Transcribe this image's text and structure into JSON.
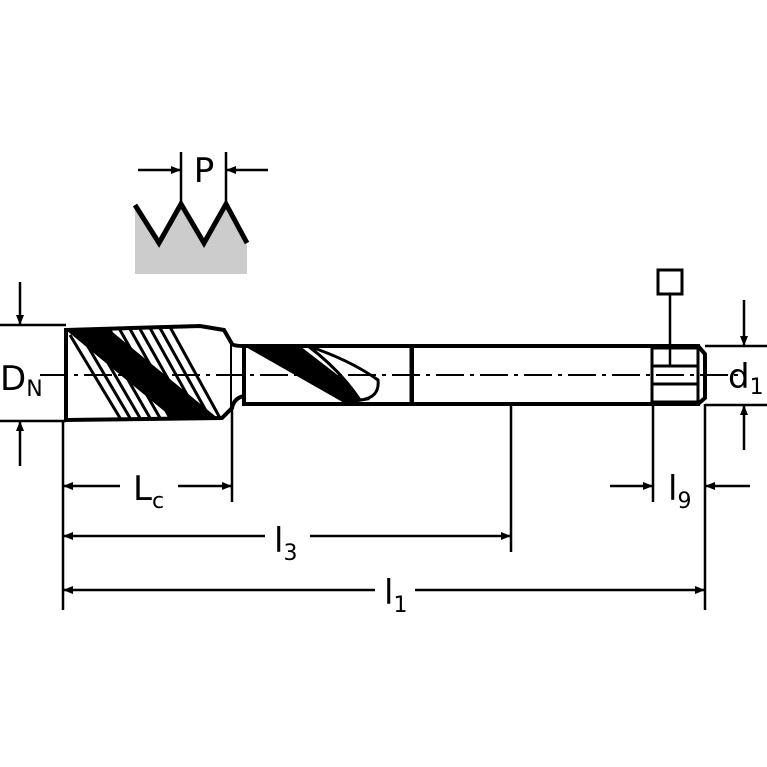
{
  "diagram": {
    "labels": {
      "thread_pitch": "P",
      "nominal_diameter": {
        "main": "D",
        "sub": "N"
      },
      "shank_diameter": {
        "main": "d",
        "sub": "1"
      },
      "chamfer_length": {
        "main": "L",
        "sub": "c"
      },
      "thread_length": {
        "main": "l",
        "sub": "3"
      },
      "overall_length": {
        "main": "l",
        "sub": "1"
      },
      "square_length": {
        "main": "l",
        "sub": "9"
      }
    },
    "colors": {
      "line": "#000000",
      "fill": "#cccccc",
      "background": "#ffffff"
    }
  }
}
